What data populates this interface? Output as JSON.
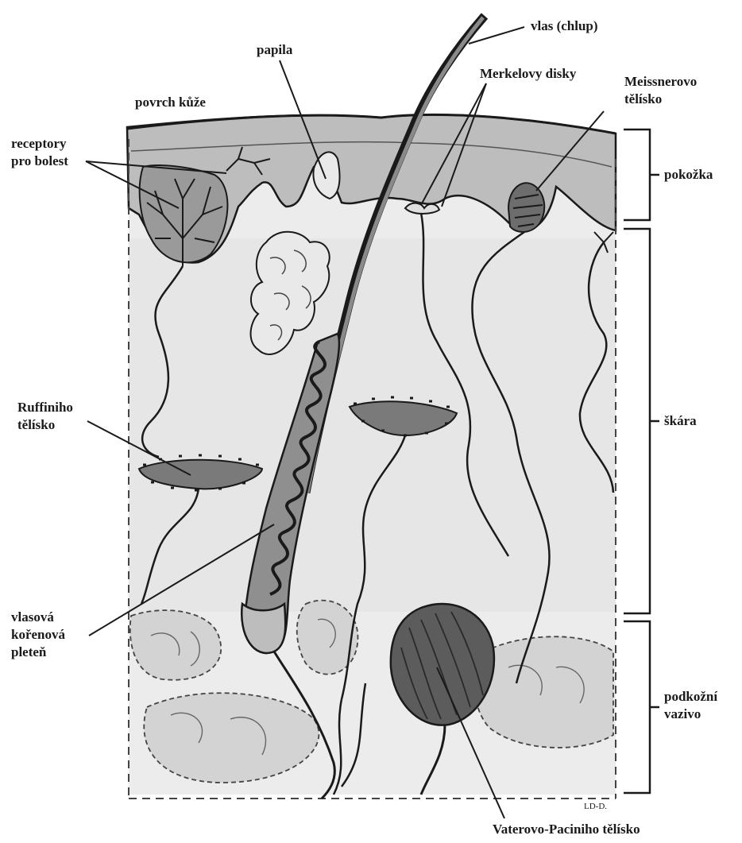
{
  "labels": {
    "hair": "vlas (chlup)",
    "papilla": "papila",
    "merkel": "Merkelovy disky",
    "meissner_1": "Meissnerovo",
    "meissner_2": "tělísko",
    "skin_surface": "povrch kůže",
    "pain_1": "receptory",
    "pain_2": "pro bolest",
    "epidermis": "pokožka",
    "ruffini_1": "Ruffiniho",
    "ruffini_2": "tělísko",
    "dermis": "škára",
    "root_plexus_1": "vlasová",
    "root_plexus_2": "kořenová",
    "root_plexus_3": "pleteň",
    "hypodermis_1": "podkožní",
    "hypodermis_2": "vazivo",
    "pacini": "Vaterovo-Paciniho tělísko",
    "signature": "LD-D."
  },
  "colors": {
    "ink": "#1a1a1a",
    "epidermis_fill": "#bdbdbd",
    "dermis_fill": "#e6e6e6",
    "fat_fill": "#d3d3d3",
    "structure_fill": "#9a9a9a"
  }
}
